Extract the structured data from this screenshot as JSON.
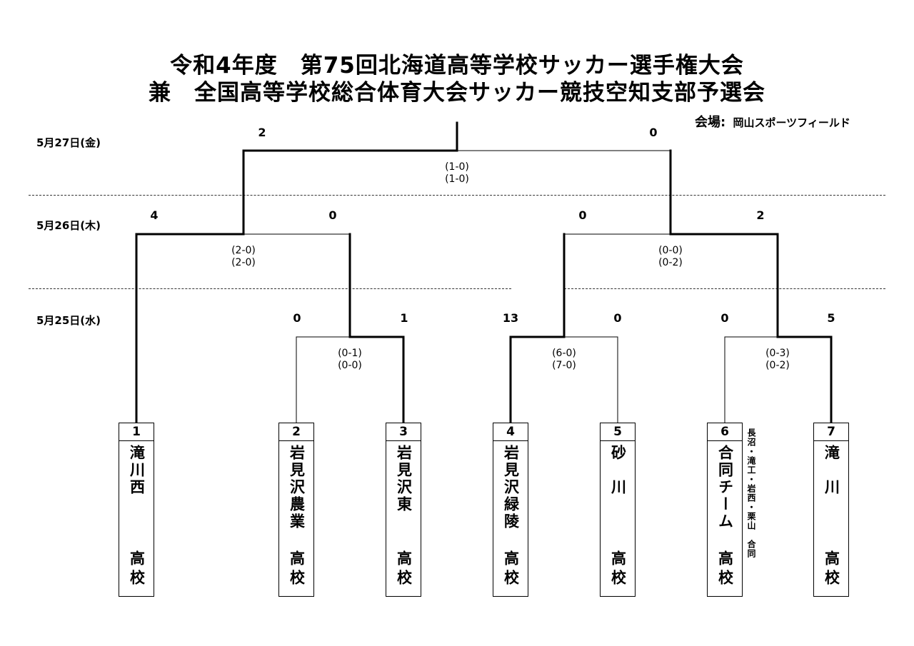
{
  "title": {
    "line1": "令和4年度　第75回北海道高等学校サッカー選手権大会",
    "line2": "兼　全国高等学校総合体育大会サッカー競技空知支部予選会"
  },
  "venue": {
    "label": "会場:",
    "name": "岡山スポーツフィールド"
  },
  "dates": {
    "d27": "5月27日(金)",
    "d26": "5月26日(木)",
    "d25": "5月25日(水)"
  },
  "teams": [
    {
      "num": "1",
      "name": "滝川西",
      "suffix": "高校"
    },
    {
      "num": "2",
      "name": "岩見沢農業",
      "suffix": "高校"
    },
    {
      "num": "3",
      "name": "岩見沢東",
      "suffix": "高校"
    },
    {
      "num": "4",
      "name": "岩見沢緑陵",
      "suffix": "高校"
    },
    {
      "num": "5",
      "name": "砂　川",
      "suffix": "高校"
    },
    {
      "num": "6",
      "name": "合同チーム",
      "suffix": "高校",
      "note": "長沼・滝工・岩西・栗山　合同"
    },
    {
      "num": "7",
      "name": "滝　川",
      "suffix": "高校"
    }
  ],
  "matches": {
    "r1_a": {
      "left": "0",
      "right": "1",
      "half1": "(0-1)",
      "half2": "(0-0)"
    },
    "r1_b": {
      "left": "13",
      "right": "0",
      "half1": "(6-0)",
      "half2": "(7-0)"
    },
    "r1_c": {
      "left": "0",
      "right": "5",
      "half1": "(0-3)",
      "half2": "(0-2)"
    },
    "sf_a": {
      "left": "4",
      "right": "0",
      "half1": "(2-0)",
      "half2": "(2-0)"
    },
    "sf_b": {
      "left": "0",
      "right": "2",
      "half1": "(0-0)",
      "half2": "(0-2)"
    },
    "final": {
      "left": "2",
      "right": "0",
      "half1": "(1-0)",
      "half2": "(1-0)"
    }
  }
}
